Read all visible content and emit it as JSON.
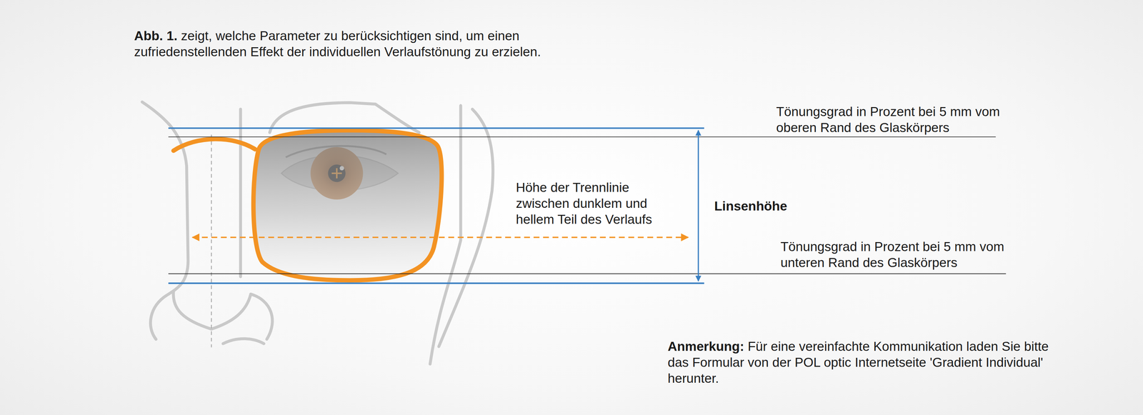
{
  "diagram": {
    "labels": [
      "Abb. 1.",
      "zeigt, welche Parameter zu berücksichtigen sind, um einen zufriedenstellenden Effekt der individuellen Verlaufstönung zu erzielen.",
      "Tönungsgrad in Prozent bei 5 mm vom oberen Rand des Glaskörpers",
      "Höhe der Trennlinie zwischen dunklem und hellem Teil des Verlaufs",
      "Linsenhöhe",
      "Tönungsgrad in Prozent bei 5 mm vom unteren Rand des Glaskörpers",
      "Anmerkung:",
      "Für eine vereinfachte Kommunikation laden Sie bitte das Formular von der POL optic Internetseite 'Gradient Individual' herunter."
    ]
  }
}
